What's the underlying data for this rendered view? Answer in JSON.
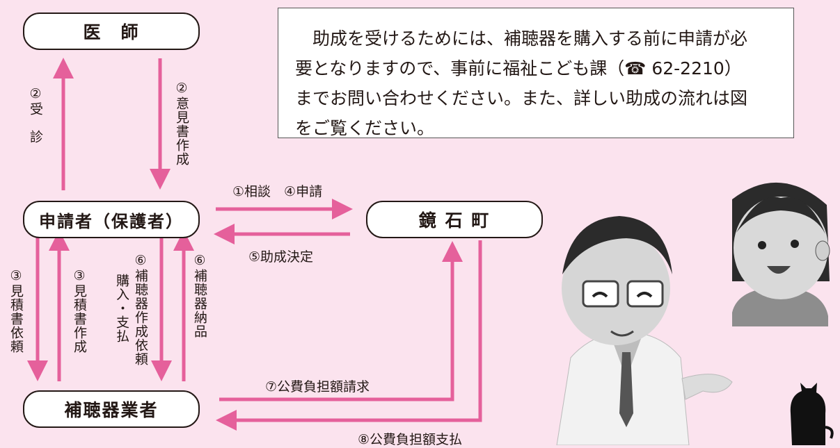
{
  "colors": {
    "arrow": "#e5609b",
    "background": "#fbe3ee"
  },
  "boxes": {
    "doctor": "医　師",
    "applicant": "申請者（保護者）",
    "town": "鏡 石 町",
    "vendor": "補聴器業者"
  },
  "notice": {
    "line1": "　助成を受けるためには、補聴器を購入する前に申請が必",
    "line2_pre": "要となりますので、事前に福祉こども課（",
    "phone_icon": "☎",
    "phone": " 62-2210）",
    "line3": "までお問い合わせください。また、詳しい助成の流れは図",
    "line4": "をご覧ください。"
  },
  "steps": {
    "visit": "②受　診",
    "opinion": "②意見書作成",
    "consult_apply": "①相談　④申請",
    "decision": "⑤助成決定",
    "estimate_request": "③見積書依頼",
    "estimate_make": "③見積書作成",
    "order_a": "⑥補聴器作成依頼",
    "order_b": "購入・支払",
    "delivery": "⑥補聴器納品",
    "claim": "⑦公費負担額請求",
    "payment": "⑧公費負担額支払"
  },
  "illustration": {
    "people": "doctor-and-patient",
    "mascot": "mascot-silhouette"
  }
}
